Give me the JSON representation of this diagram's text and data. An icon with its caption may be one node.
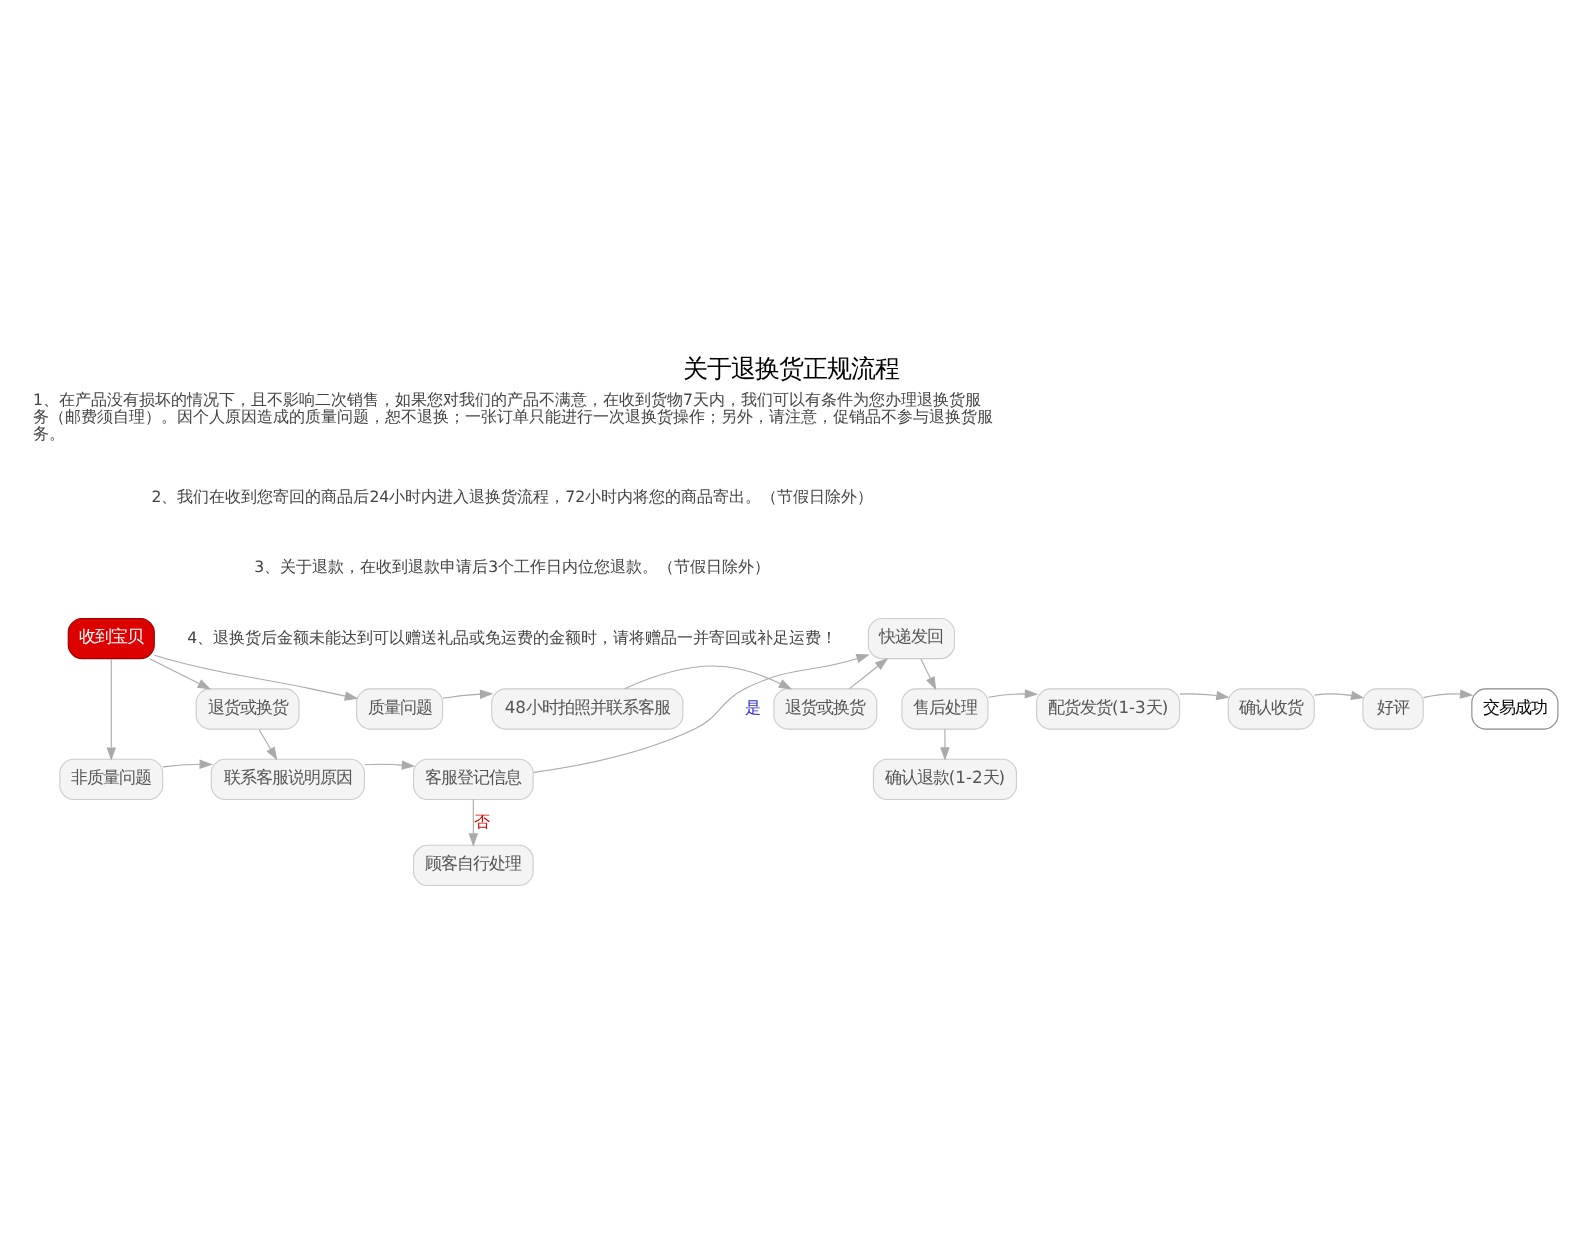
{
  "diagram": {
    "title": "关于退换货正规流程",
    "nodes": [
      {
        "text": [
          "收到宝贝"
        ]
      },
      {
        "text": [
          "质量问题"
        ]
      },
      {
        "text": [
          "48小时拍照并联系客服"
        ]
      },
      {
        "text": [
          "退货或换货"
        ]
      },
      {
        "text": [
          "快递发回"
        ]
      },
      {
        "text": [
          "非质量问题"
        ]
      },
      {
        "text": [
          "退货或换货"
        ]
      },
      {
        "text": [
          "联系客服说明原因"
        ]
      },
      {
        "text": [
          "客服登记信息"
        ]
      },
      {
        "text": [
          "顾客自行处理"
        ]
      },
      {
        "text": [
          "售后处理"
        ]
      },
      {
        "text": [
          "配货发货(1-3天)"
        ]
      },
      {
        "text": [
          "确认收货"
        ]
      },
      {
        "text": [
          "好评"
        ]
      },
      {
        "text": [
          "交易成功"
        ]
      },
      {
        "text": [
          "确认退款(1-2天)"
        ]
      }
    ],
    "edges": [
      {
        "from": 0,
        "to": 1,
        "arrow": "to"
      },
      {
        "from": 1,
        "to": 2,
        "arrow": "to"
      },
      {
        "from": 2,
        "to": 3,
        "arrow": "to"
      },
      {
        "from": 3,
        "to": 4,
        "arrow": "to"
      },
      {
        "from": 0,
        "to": 5,
        "arrow": "to"
      },
      {
        "from": 0,
        "to": 6,
        "arrow": "to"
      },
      {
        "from": 5,
        "to": 7,
        "arrow": "to"
      },
      {
        "from": 6,
        "to": 7,
        "arrow": "to"
      },
      {
        "from": 7,
        "to": 8,
        "arrow": "to"
      },
      {
        "from": 8,
        "to": 4,
        "arrow": "to",
        "label": "是"
      },
      {
        "from": 8,
        "to": 9,
        "arrow": "to",
        "label": "否"
      },
      {
        "from": 4,
        "to": 10,
        "arrow": "to"
      },
      {
        "from": 10,
        "to": 11,
        "arrow": "to"
      },
      {
        "from": 11,
        "to": 12,
        "arrow": "to"
      },
      {
        "from": 12,
        "to": 13,
        "arrow": "to"
      },
      {
        "from": 13,
        "to": 14,
        "arrow": "to"
      },
      {
        "from": 10,
        "to": 15,
        "arrow": "to"
      }
    ],
    "labels": [
      "1、在产品没有损坏的情况下，且不影响二次销售，如果您对我们的产品不满意，在收到货物7天内，我们可以有条件为您办理退换货服务（邮费须自理）。因个人原因造成的质量问题，恕不退换；一张订单只能进行一次退换货操作；另外，请注意，促销品不参与退换货服务。",
      "2、我们在收到您寄回的商品后24小时内进入退换货流程，72小时内将您的商品寄出。（节假日除外）",
      "3、关于退款，在收到退款申请后3个工作日内位您退款。（节假日除外）",
      "4、退换货后金额未能达到可以赠送礼品或免运费的金额时，请将赠品一并寄回或补足运费！"
    ]
  }
}
